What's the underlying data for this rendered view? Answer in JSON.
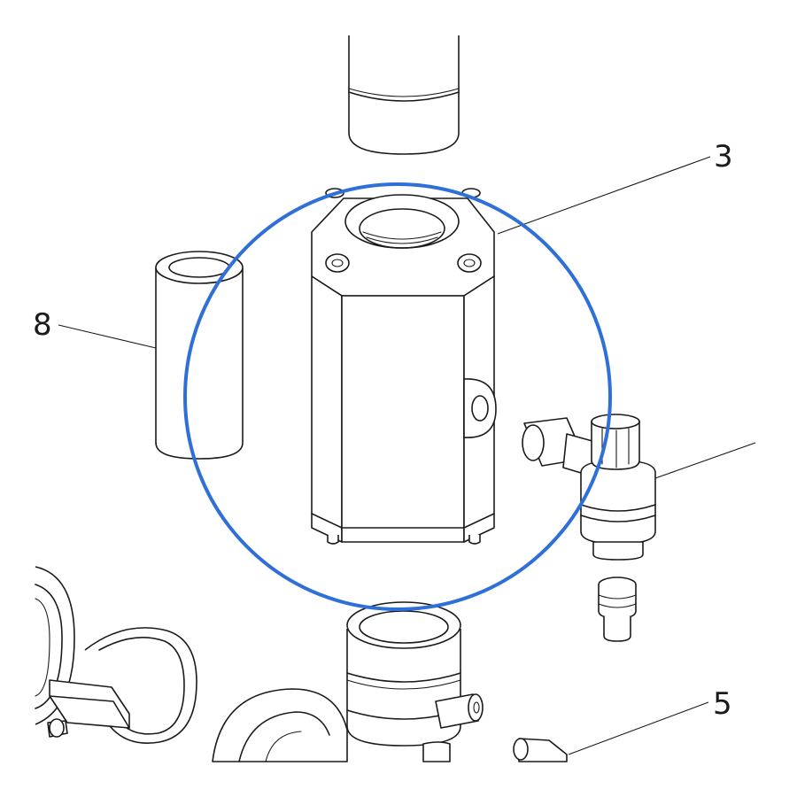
{
  "callouts": {
    "part_3": "3",
    "part_8": "8",
    "part_5": "5"
  },
  "highlight": {
    "color": "#2f6fd8"
  }
}
